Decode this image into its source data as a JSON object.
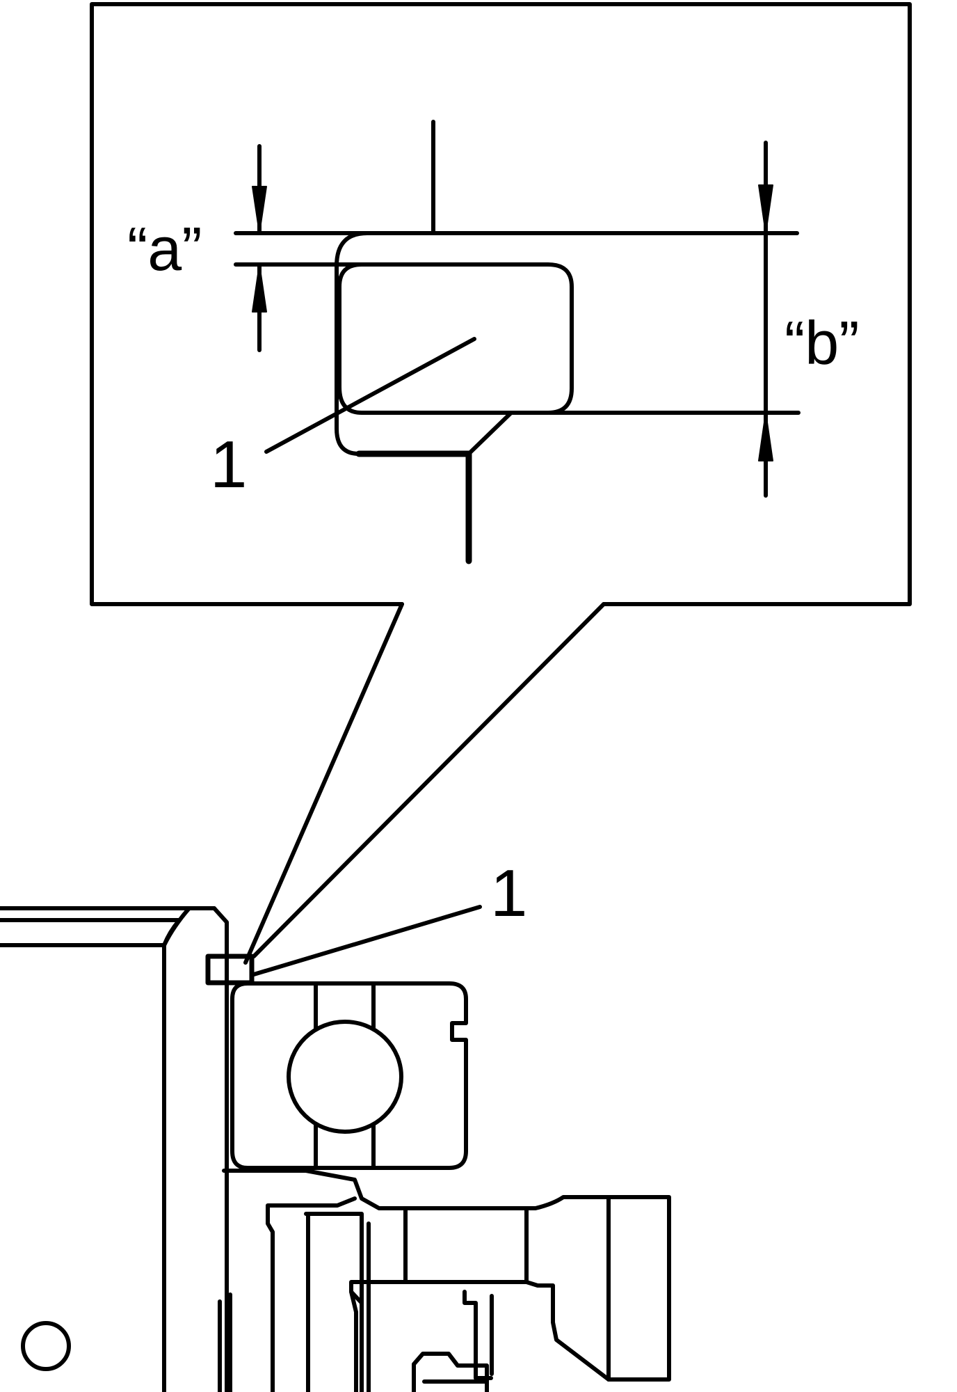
{
  "labels": {
    "dim_a": "“a”",
    "dim_b": "“b”",
    "callout_detail": "1",
    "callout_main": "1"
  },
  "colors": {
    "line": "#000000",
    "background": "#ffffff"
  }
}
